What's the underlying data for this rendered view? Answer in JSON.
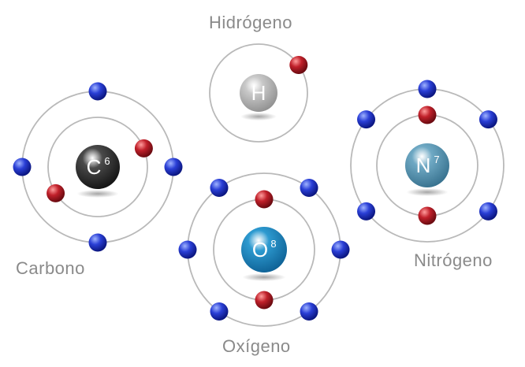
{
  "colors": {
    "orbit": "#b9b9b9",
    "electron_outer": "#2a3fd6",
    "electron_inner": "#c0202a",
    "label": "#8a8a8a"
  },
  "atoms": [
    {
      "id": "h",
      "label": "Hidrógeno",
      "symbol": "H",
      "number": "",
      "nucleus_color": "#c9c9c9",
      "nucleus_dark": "#8e8e8e",
      "inner_electrons": 1,
      "outer_electrons": 0
    },
    {
      "id": "c",
      "label": "Carbono",
      "symbol": "C",
      "number": "6",
      "nucleus_color": "#4a4a4a",
      "nucleus_dark": "#111111",
      "inner_electrons": 2,
      "outer_electrons": 4
    },
    {
      "id": "o",
      "label": "Oxígeno",
      "symbol": "O",
      "number": "8",
      "nucleus_color": "#2d9ad0",
      "nucleus_dark": "#0d5f93",
      "inner_electrons": 2,
      "outer_electrons": 6
    },
    {
      "id": "n",
      "label": "Nitrógeno",
      "symbol": "N",
      "number": "7",
      "nucleus_color": "#6fa9c4",
      "nucleus_dark": "#356f8c",
      "inner_electrons": 2,
      "outer_electrons": 5
    }
  ]
}
